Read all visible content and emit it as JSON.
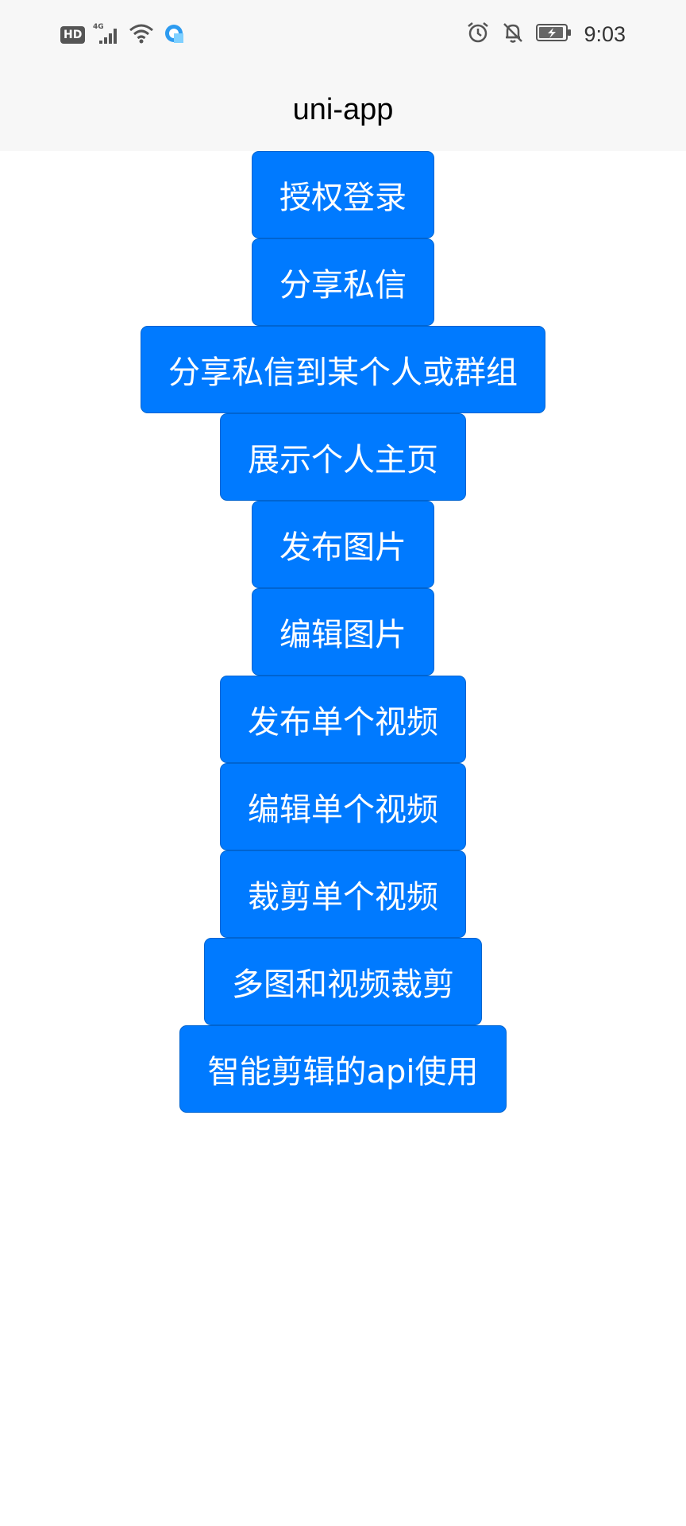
{
  "status_bar": {
    "hd_label": "HD",
    "network_label": "4G",
    "time": "9:03",
    "icons": [
      "hd-icon",
      "signal-icon",
      "wifi-icon",
      "app-notification-icon",
      "alarm-icon",
      "bell-off-icon",
      "battery-charging-icon"
    ]
  },
  "nav": {
    "title": "uni-app"
  },
  "theme": {
    "button_color": "#007aff",
    "button_text_color": "#ffffff",
    "nav_background": "#f7f7f7"
  },
  "buttons": [
    {
      "label": "授权登录"
    },
    {
      "label": "分享私信"
    },
    {
      "label": "分享私信到某个人或群组"
    },
    {
      "label": "展示个人主页"
    },
    {
      "label": "发布图片"
    },
    {
      "label": "编辑图片"
    },
    {
      "label": "发布单个视频"
    },
    {
      "label": "编辑单个视频"
    },
    {
      "label": "裁剪单个视频"
    },
    {
      "label": "多图和视频裁剪"
    },
    {
      "label": "智能剪辑的api使用"
    }
  ]
}
